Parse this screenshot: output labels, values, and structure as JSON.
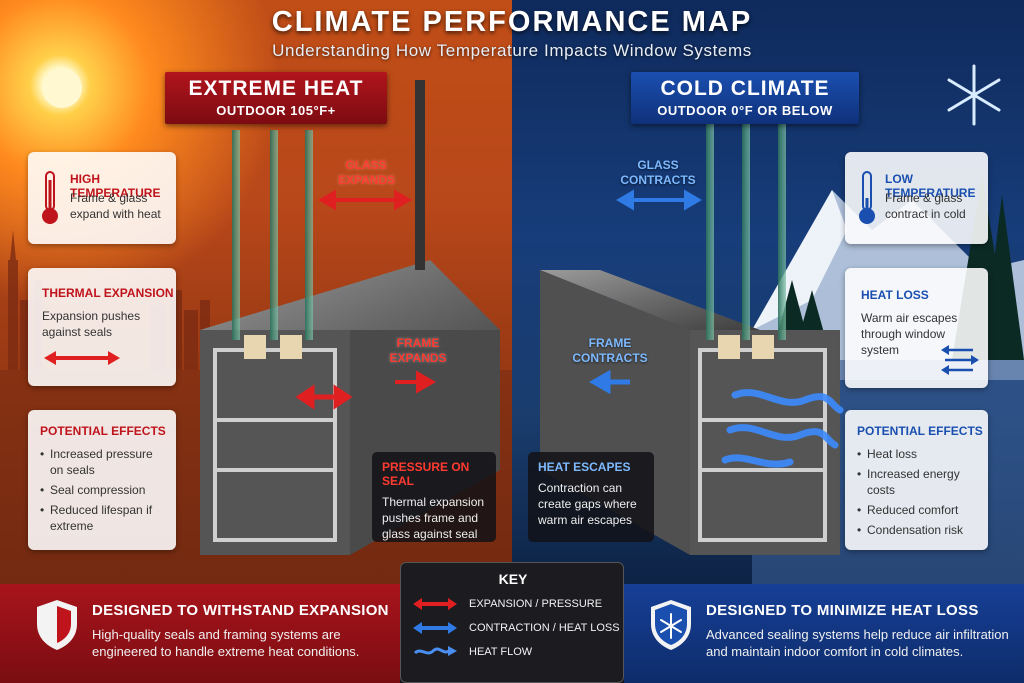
{
  "header": {
    "title": "CLIMATE PERFORMANCE MAP",
    "subtitle": "Understanding How Temperature Impacts Window Systems"
  },
  "heat": {
    "banner_title": "EXTREME HEAT",
    "banner_sub": "OUTDOOR 105°F+",
    "card1": {
      "heading": "HIGH TEMPERATURE",
      "text": "Frame & glass expand with heat",
      "icon": "thermometer-high-icon"
    },
    "card2": {
      "heading": "THERMAL EXPANSION",
      "text": "Expansion pushes against seals",
      "icon": "double-arrow-icon"
    },
    "card3": {
      "heading": "POTENTIAL EFFECTS",
      "items": [
        "Increased pressure on seals",
        "Seal compression",
        "Reduced lifespan if extreme"
      ]
    },
    "glass_label": "GLASS EXPANDS",
    "frame_label": "FRAME EXPANDS",
    "callout": {
      "heading": "PRESSURE ON SEAL",
      "text": "Thermal expansion pushes frame and glass against seal"
    },
    "footer": {
      "heading": "DESIGNED TO WITHSTAND EXPANSION",
      "text": "High-quality seals and framing systems are engineered to handle extreme heat conditions.",
      "icon": "shield-icon"
    }
  },
  "cold": {
    "banner_title": "COLD CLIMATE",
    "banner_sub": "OUTDOOR 0°F OR BELOW",
    "card1": {
      "heading": "LOW TEMPERATURE",
      "text": "Frame & glass contract in cold",
      "icon": "thermometer-low-icon"
    },
    "card2": {
      "heading": "HEAT LOSS",
      "text": "Warm air escapes through window system",
      "icon": "airflow-icon"
    },
    "card3": {
      "heading": "POTENTIAL EFFECTS",
      "items": [
        "Heat loss",
        "Increased energy costs",
        "Reduced comfort",
        "Condensation risk"
      ]
    },
    "glass_label": "GLASS CONTRACTS",
    "frame_label": "FRAME CONTRACTS",
    "callout": {
      "heading": "HEAT ESCAPES",
      "text": "Contraction can create gaps where warm air escapes"
    },
    "footer": {
      "heading": "DESIGNED TO MINIMIZE HEAT LOSS",
      "text": "Advanced sealing systems help reduce air infiltration and maintain indoor comfort in cold climates.",
      "icon": "snowflake-shield-icon"
    }
  },
  "key": {
    "title": "KEY",
    "items": [
      {
        "label": "EXPANSION / PRESSURE",
        "icon": "red-double-arrow-icon",
        "color": "#e02020"
      },
      {
        "label": "CONTRACTION / HEAT LOSS",
        "icon": "blue-double-arrow-icon",
        "color": "#2f7ae5"
      },
      {
        "label": "HEAT FLOW",
        "icon": "wave-arrow-icon",
        "color": "#4a8ff0"
      }
    ]
  },
  "colors": {
    "heat_accent": "#c0141c",
    "cold_accent": "#1a4fb0",
    "heat_arrow": "#e02020",
    "cold_arrow": "#2f7ae5"
  }
}
